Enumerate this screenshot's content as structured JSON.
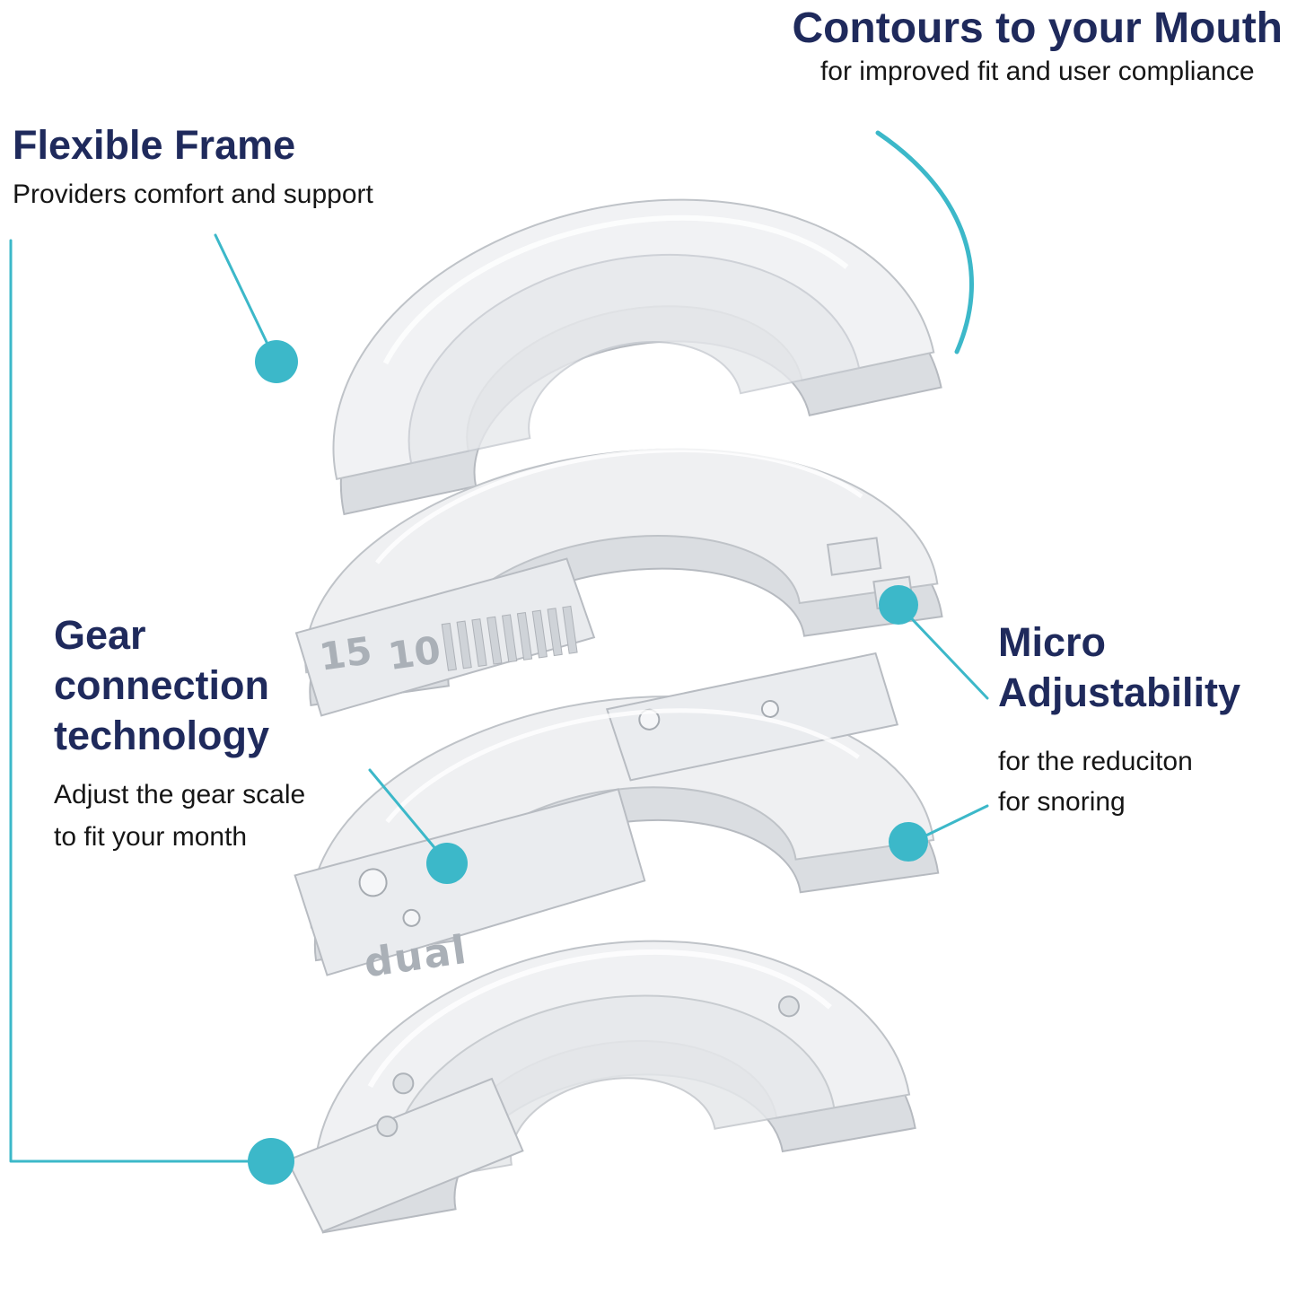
{
  "page": {
    "accent_teal": "#3cb8c9",
    "heading_navy": "#1f2a5c",
    "body_text_color": "#161616",
    "background": "#ffffff"
  },
  "callouts": {
    "contours": {
      "heading": "Contours to your Mouth",
      "sub": "for improved fit and user compliance"
    },
    "flexible_frame": {
      "heading": "Flexible Frame",
      "sub": "Providers comfort and support"
    },
    "gear": {
      "heading_lines": [
        "Gear",
        "connection",
        "technology"
      ],
      "sub_lines": [
        "Adjust the gear scale",
        "to fit your month"
      ]
    },
    "micro": {
      "heading_lines": [
        "Micro",
        "Adjustability"
      ],
      "sub_lines": [
        "for the reduciton",
        "for snoring"
      ]
    }
  },
  "product": {
    "scale_marks": [
      "15",
      "10"
    ],
    "etched_brand": "dual"
  }
}
